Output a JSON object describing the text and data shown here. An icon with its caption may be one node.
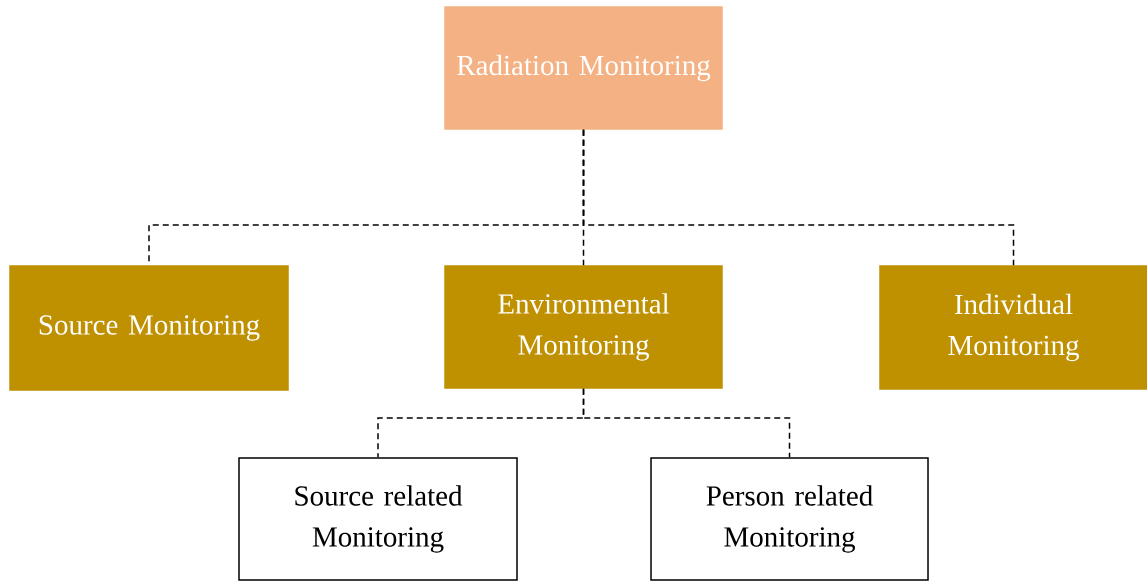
{
  "diagram": {
    "nodes": [
      {
        "text": [
          "Radiation Monitoring"
        ]
      },
      {
        "text": [
          "Source Monitoring"
        ]
      },
      {
        "text": [
          "Environmental Monitoring"
        ]
      },
      {
        "text": [
          "Individual Monitoring"
        ]
      },
      {
        "text": [
          "Source related Monitoring"
        ]
      },
      {
        "text": [
          "Person related Monitoring"
        ]
      }
    ],
    "edges": [
      {
        "from": 0,
        "to": 1,
        "arrow": "none",
        "style": "dashed"
      },
      {
        "from": 0,
        "to": 2,
        "arrow": "none",
        "style": "dashed"
      },
      {
        "from": 0,
        "to": 3,
        "arrow": "none",
        "style": "dashed"
      },
      {
        "from": 2,
        "to": 4,
        "arrow": "none",
        "style": "dashed"
      },
      {
        "from": 2,
        "to": 5,
        "arrow": "none",
        "style": "dashed"
      }
    ]
  }
}
